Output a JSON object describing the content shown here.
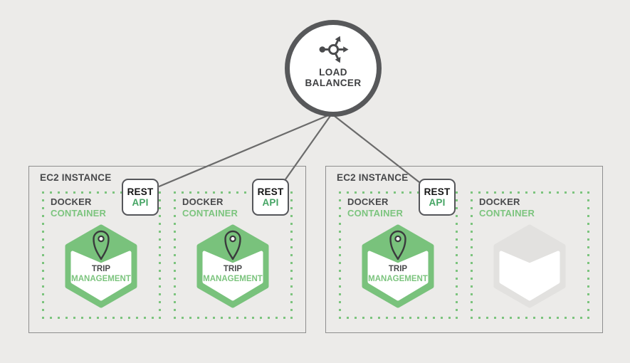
{
  "load_balancer": {
    "label_line1": "LOAD",
    "label_line2": "BALANCER",
    "icon": "load-balancer-arrows-icon"
  },
  "instances": [
    {
      "label": "EC2 INSTANCE",
      "containers": [
        {
          "label_line1": "DOCKER",
          "label_line2": "CONTAINER",
          "rest_api": {
            "line1": "REST",
            "line2": "API"
          },
          "service": {
            "line1": "TRIP",
            "line2": "MANAGEMENT",
            "icon": "map-pin-icon"
          }
        },
        {
          "label_line1": "DOCKER",
          "label_line2": "CONTAINER",
          "rest_api": {
            "line1": "REST",
            "line2": "API"
          },
          "service": {
            "line1": "TRIP",
            "line2": "MANAGEMENT",
            "icon": "map-pin-icon"
          }
        }
      ]
    },
    {
      "label": "EC2 INSTANCE",
      "containers": [
        {
          "label_line1": "DOCKER",
          "label_line2": "CONTAINER",
          "rest_api": {
            "line1": "REST",
            "line2": "API"
          },
          "service": {
            "line1": "TRIP",
            "line2": "MANAGEMENT",
            "icon": "map-pin-icon"
          }
        },
        {
          "label_line1": "DOCKER",
          "label_line2": "CONTAINER",
          "rest_api": null,
          "service": {
            "empty": true,
            "icon": "empty-container-hexagon-icon"
          }
        }
      ]
    }
  ],
  "colors": {
    "background": "#ECEBE9",
    "green": "#7CC47E",
    "hexagon_green": "#79C27C",
    "api_green": "#44A463",
    "dark_text": "#48494B",
    "black_text": "#141414",
    "lb_border": "#57585A",
    "rest_border": "#55565A",
    "ec2_border": "#8E8E8E",
    "connection_line": "#6B6B6B",
    "empty_hexagon_gray": "#E2E1DF",
    "pin_icon_dark": "#3A3B3D"
  }
}
